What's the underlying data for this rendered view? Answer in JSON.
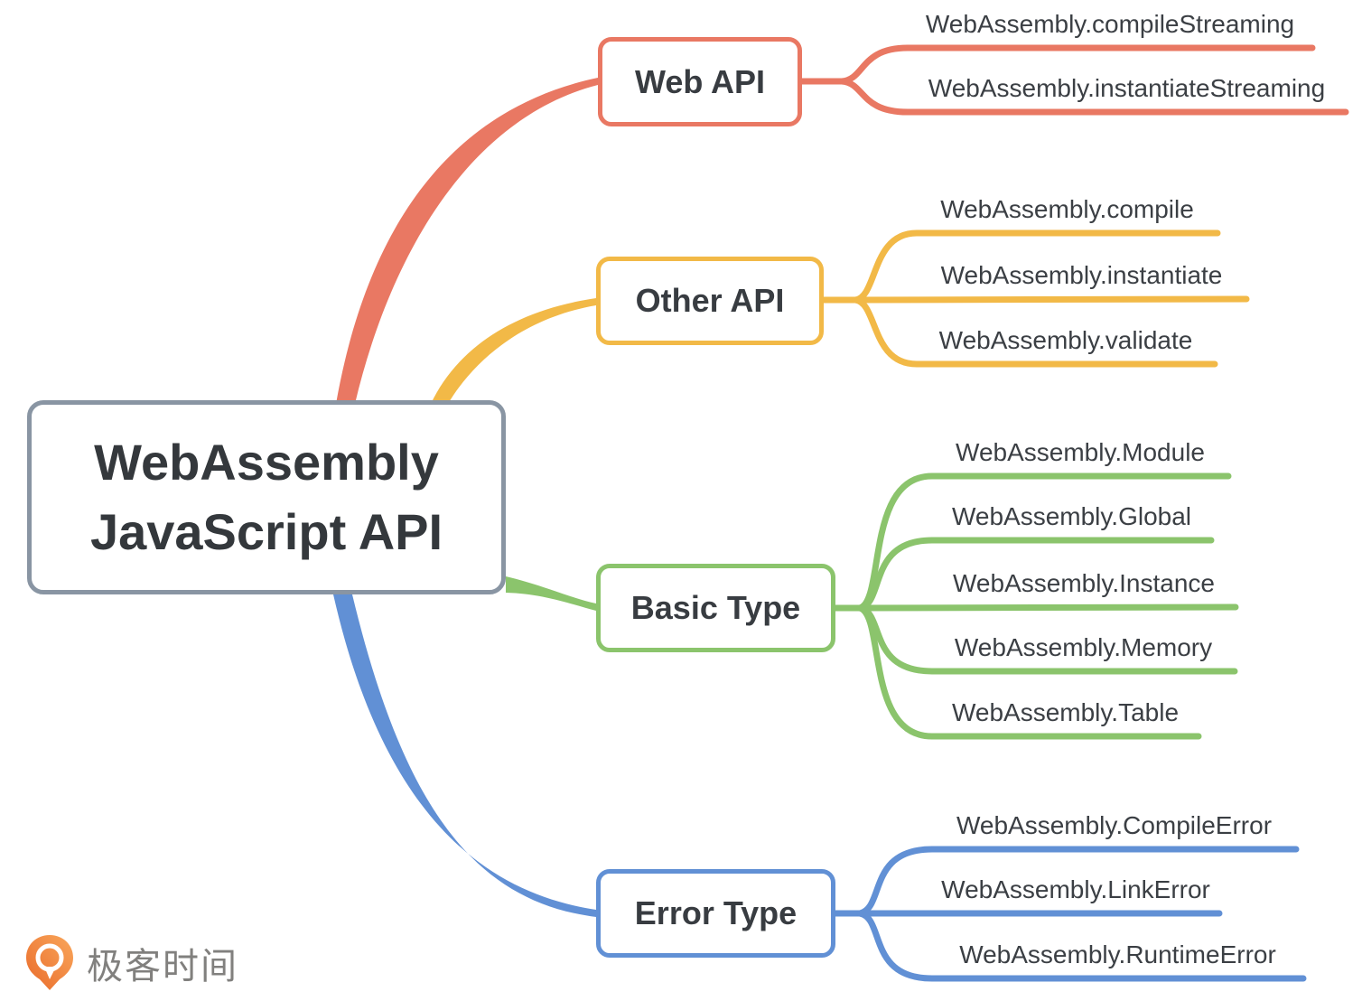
{
  "root": {
    "line1": "WebAssembly",
    "line2": "JavaScript API",
    "border_color": "#8995A3"
  },
  "branches": [
    {
      "label": "Web API",
      "color": "#E97863",
      "children": [
        "WebAssembly.compileStreaming",
        "WebAssembly.instantiateStreaming"
      ]
    },
    {
      "label": "Other API",
      "color": "#F2B947",
      "children": [
        "WebAssembly.compile",
        "WebAssembly.instantiate",
        "WebAssembly.validate"
      ]
    },
    {
      "label": "Basic Type",
      "color": "#8BC46C",
      "children": [
        "WebAssembly.Module",
        "WebAssembly.Global",
        "WebAssembly.Instance",
        "WebAssembly.Memory",
        "WebAssembly.Table"
      ]
    },
    {
      "label": "Error Type",
      "color": "#6190D5",
      "children": [
        "WebAssembly.CompileError",
        "WebAssembly.LinkError",
        "WebAssembly.RuntimeError"
      ]
    }
  ],
  "logo": {
    "text": "极客时间",
    "icon": "geektime-pin-icon",
    "icon_color_top": "#F9A75B",
    "icon_color_bottom": "#E96A2A",
    "text_color": "#81807E"
  }
}
